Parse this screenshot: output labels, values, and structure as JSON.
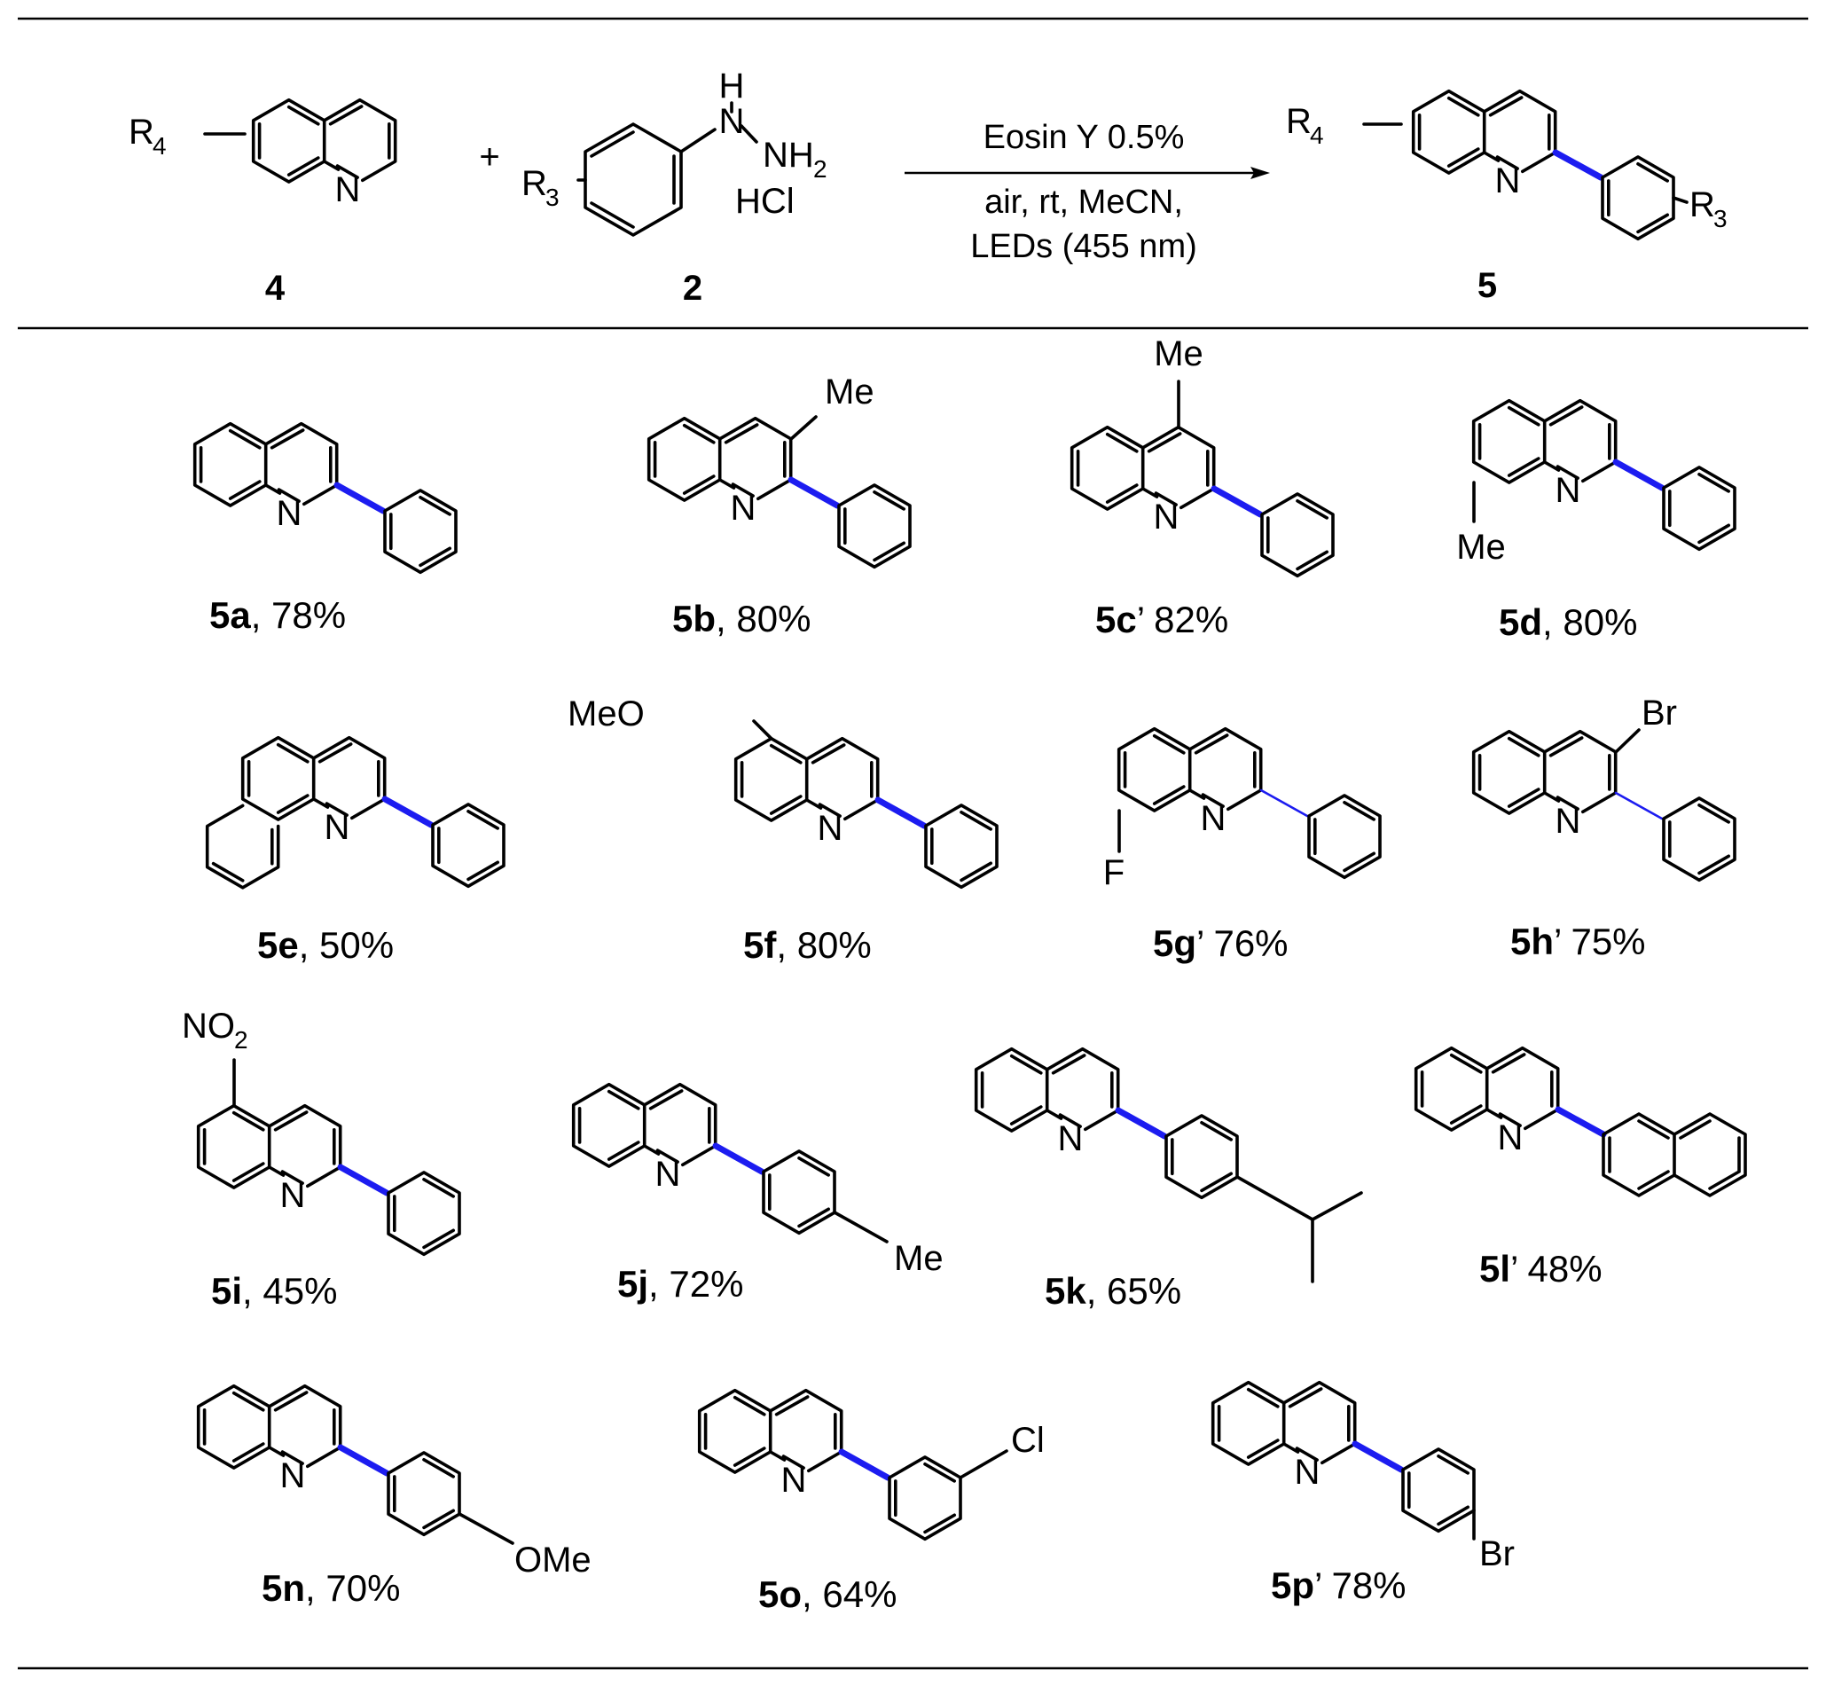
{
  "colors": {
    "new_bond": "#1c1cf0",
    "ink": "#000000",
    "background": "#ffffff"
  },
  "reaction": {
    "reactant1": {
      "label": "4",
      "n": "N",
      "r": "R",
      "r_sub": "4"
    },
    "plus": "+",
    "reactant2": {
      "label": "2",
      "h": "H",
      "n": "N",
      "nh": "NH",
      "nh_sub": "2",
      "salt": "HCl",
      "r": "R",
      "r_sub": "3"
    },
    "conditions": [
      "Eosin Y 0.5%",
      "air, rt, MeCN,",
      "LEDs (455 nm)"
    ],
    "product": {
      "label": "5",
      "n": "N",
      "r": "R",
      "r_sub": "3",
      "r4": "R",
      "r4_sub": "4"
    }
  },
  "products": [
    {
      "id": "5a",
      "yield": ", 78%",
      "n": "N"
    },
    {
      "id": "5b",
      "yield": ", 80%",
      "n": "N",
      "sub": "Me"
    },
    {
      "id": "5c",
      "yield": "’ 82%",
      "n": "N",
      "sub": "Me"
    },
    {
      "id": "5d",
      "yield": ", 80%",
      "n": "N",
      "sub": "Me"
    },
    {
      "id": "5e",
      "yield": ", 50%",
      "n": "N"
    },
    {
      "id": "5f",
      "yield": ", 80%",
      "n": "N",
      "sub": "MeO"
    },
    {
      "id": "5g",
      "yield": "’ 76%",
      "n": "N",
      "sub": "F"
    },
    {
      "id": "5h",
      "yield": "’ 75%",
      "n": "N",
      "sub": "Br"
    },
    {
      "id": "5i",
      "yield": ", 45%",
      "n": "N",
      "sub": "NO",
      "sub_idx": "2"
    },
    {
      "id": "5j",
      "yield": ", 72%",
      "n": "N",
      "sub": "Me"
    },
    {
      "id": "5k",
      "yield": ", 65%",
      "n": "N"
    },
    {
      "id": "5l",
      "yield": "’ 48%",
      "n": "N"
    },
    {
      "id": "5n",
      "yield": ", 70%",
      "n": "N",
      "sub": "OMe"
    },
    {
      "id": "5o",
      "yield": ", 64%",
      "n": "N",
      "sub": "Cl"
    },
    {
      "id": "5p",
      "yield": "’ 78%",
      "n": "N",
      "sub": "Br"
    }
  ]
}
